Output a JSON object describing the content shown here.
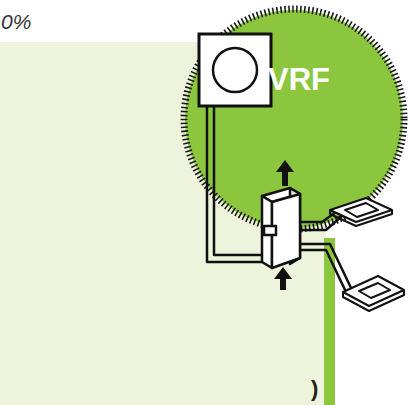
{
  "diagram": {
    "nodes": [
      {
        "text": [
          "VRF"
        ]
      }
    ],
    "labels": [
      "0%",
      ")"
    ]
  }
}
